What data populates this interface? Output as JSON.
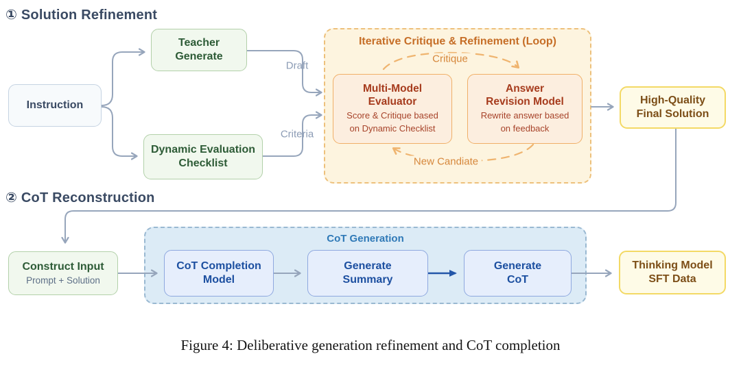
{
  "section1": {
    "heading": "① Solution Refinement"
  },
  "section2": {
    "heading": "② CoT Reconstruction"
  },
  "nodes": {
    "instruction": {
      "label": "Instruction"
    },
    "teacher": {
      "label": "Teacher\nGenerate"
    },
    "checklist": {
      "label": "Dynamic Evaluation\nChecklist"
    },
    "loop": {
      "title": "Iterative Critique & Refinement (Loop)"
    },
    "evaluator": {
      "title": "Multi-Model\nEvaluator",
      "desc": "Score & Critique based\non Dynamic Checklist"
    },
    "revision": {
      "title": "Answer\nRevision Model",
      "desc": "Rewrite answer based\non feedback"
    },
    "high_quality": {
      "label": "High-Quality\nFinal Solution"
    },
    "construct_input": {
      "title": "Construct Input",
      "desc": "Prompt + Solution"
    },
    "cot_generation": {
      "title": "CoT Generation"
    },
    "cot_completion": {
      "label": "CoT Completion\nModel"
    },
    "generate_summary": {
      "label": "Generate\nSummary"
    },
    "generate_cot": {
      "label": "Generate\nCoT"
    },
    "thinking_model": {
      "label": "Thinking Model\nSFT Data"
    }
  },
  "edge_labels": {
    "draft": "Draft",
    "criteria": "Criteria",
    "critique": "Critique",
    "new_candidate": "New Candiate"
  },
  "caption": "Figure 4: Deliberative generation refinement and CoT completion",
  "colors": {
    "heading_text": "#3A4A63",
    "connector_gray": "#96A5BB",
    "connector_navy": "#2356A8",
    "loop_arc_orange": "#EFB46F",
    "green_node_fill": "#F1F8EE",
    "green_node_border": "#B2D0A9",
    "green_node_text": "#2D5B36",
    "neutral_node_fill": "#F7FAFC",
    "neutral_node_border": "#C5D3E2",
    "orange_panel_fill": "#FDF4DF",
    "orange_panel_border": "#EDC07B",
    "orange_panel_title": "#C66E27",
    "orange_node_fill": "#FCEEDF",
    "orange_node_border": "#F0AF67",
    "orange_node_text": "#A63B1D",
    "yellow_node_fill": "#FEFBE7",
    "yellow_node_border": "#F3D964",
    "yellow_node_text": "#7C4E17",
    "blue_panel_fill": "#DCEBF6",
    "blue_panel_border": "#99B8D1",
    "blue_panel_title": "#2F79B7",
    "blue_node_fill": "#E6EEFC",
    "blue_node_border": "#8EA8DF",
    "blue_node_text": "#1C4FA0",
    "edge_label_text": "#8C9CB5",
    "arc_label_text": "#D6873B"
  }
}
